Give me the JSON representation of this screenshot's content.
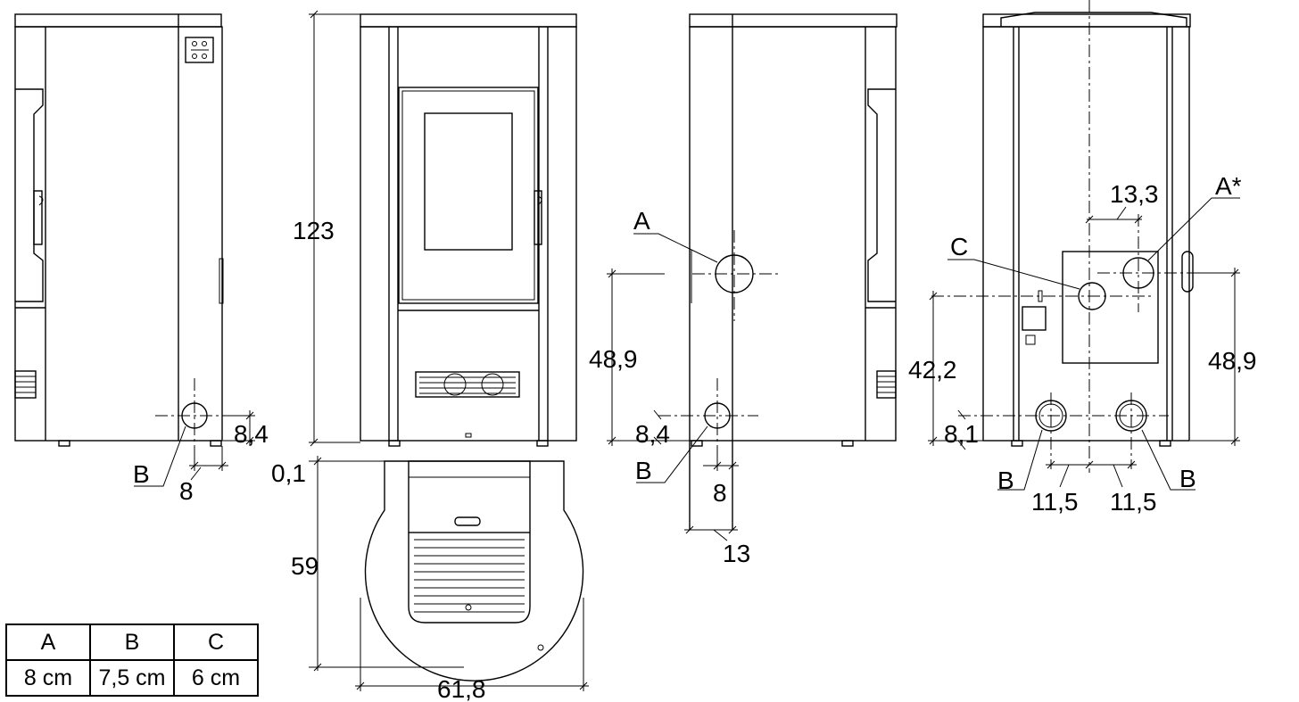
{
  "dimensions": {
    "height_total": "123",
    "base_offset": "0,1",
    "depth": "59",
    "width_base": "61,8",
    "side_b_height": "8,4",
    "side_b_depth": "8",
    "rear_a_height": "48,9",
    "rear_b_height": "8,4",
    "rear_b_offset": "8",
    "rear_panel_width": "13",
    "back_a_star_height": "48,9",
    "back_c_height": "42,2",
    "back_b_height": "8,1",
    "back_a_c_spacing": "13,3",
    "back_b_spacing_left": "11,5",
    "back_b_spacing_right": "11,5"
  },
  "labels": {
    "side_b": "B",
    "rear_a": "A",
    "rear_b": "B",
    "back_c": "C",
    "back_a_star": "A*",
    "back_b_left": "B",
    "back_b_right": "B"
  },
  "table": {
    "headers": [
      "A",
      "B",
      "C"
    ],
    "values": [
      "8 cm",
      "7,5 cm",
      "6 cm"
    ]
  }
}
